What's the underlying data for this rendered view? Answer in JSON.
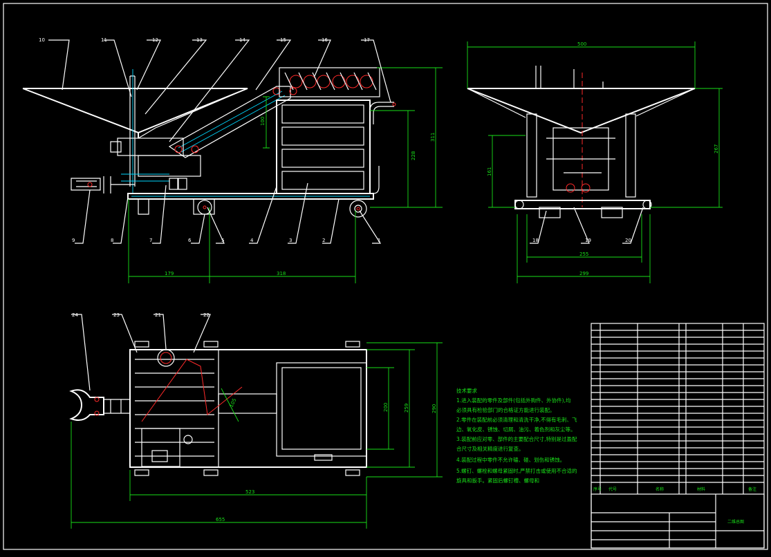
{
  "balloons": [
    {
      "label": "10"
    },
    {
      "label": "11"
    },
    {
      "label": "12"
    },
    {
      "label": "13"
    },
    {
      "label": "14"
    },
    {
      "label": "15"
    },
    {
      "label": "16"
    },
    {
      "label": "17"
    },
    {
      "label": "9"
    },
    {
      "label": "8"
    },
    {
      "label": "7"
    },
    {
      "label": "6"
    },
    {
      "label": "5"
    },
    {
      "label": "4"
    },
    {
      "label": "3"
    },
    {
      "label": "2"
    },
    {
      "label": "1"
    },
    {
      "label": "18"
    },
    {
      "label": "19"
    },
    {
      "label": "20"
    },
    {
      "label": "24"
    },
    {
      "label": "23"
    },
    {
      "label": "21"
    },
    {
      "label": "22"
    }
  ],
  "dimensions": {
    "front_179": "179",
    "front_318": "318",
    "front_228": "228",
    "front_311": "311",
    "front_100": "100",
    "side_500": "500",
    "side_267": "267",
    "side_161": "161",
    "side_255": "255",
    "side_299": "299",
    "top_200": "200",
    "top_259": "259",
    "top_290": "290",
    "top_105": "105",
    "top_523": "523",
    "top_655": "655"
  },
  "notes": {
    "title": "技术要求",
    "lines": [
      "1.进入装配的零件及部件(包括外购件、外协件),均",
      "必须具有检验部门的合格证方能进行装配。",
      "2.零件在装配前必须清理和清洗干净,不得有毛刺、飞",
      "边、氧化皮、锈蚀、切屑、油污、着色剂和灰尘等。",
      "3.装配前应对零、部件的主要配合尺寸,特别是过盈配",
      "合尺寸及相关精度进行复查。",
      "4.装配过程中零件不允许磕、碰、划伤和锈蚀。",
      "5.螺钉、螺栓和螺母紧固时,严禁打击或使用不合适的",
      "旋具和扳手。紧固后螺钉槽、螺母和"
    ]
  },
  "title_block": {
    "col_seq": "序号",
    "col_code": "代号",
    "col_name": "名称",
    "col_material": "材料",
    "col_remark": "备注",
    "drawing_title": "二维总图"
  }
}
